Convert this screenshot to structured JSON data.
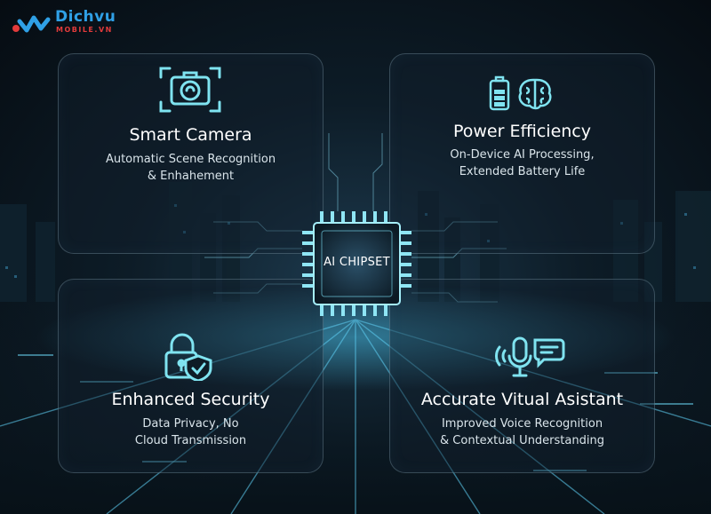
{
  "logo": {
    "brand_top": "Dichvu",
    "brand_bottom": "MOBILE.VN"
  },
  "chip": {
    "label": "AI CHIPSET"
  },
  "cards": {
    "smart_camera": {
      "title": "Smart Camera",
      "desc": [
        "Automatic Scene Recognition",
        "& Enhahement"
      ],
      "icon": "camera-icon"
    },
    "power_efficiency": {
      "title": "Power Efficiency",
      "desc": [
        "On-Device AI Processing,",
        "Extended Battery Life"
      ],
      "icon": "battery-brain-icon"
    },
    "enhanced_security": {
      "title": "Enhanced Security",
      "desc": [
        "Data Privacy, No",
        "Cloud Transmission"
      ],
      "icon": "lock-shield-icon"
    },
    "virtual_assistant": {
      "title": "Accurate Vitual Asistant",
      "desc": [
        "Improved Voice Recognition",
        "& Contextual Understanding"
      ],
      "icon": "microphone-chat-icon"
    }
  },
  "colors": {
    "accent": "#7fe3f0",
    "logo_blue": "#2fa0e6",
    "logo_red": "#e23b3b",
    "text": "#ffffff"
  }
}
